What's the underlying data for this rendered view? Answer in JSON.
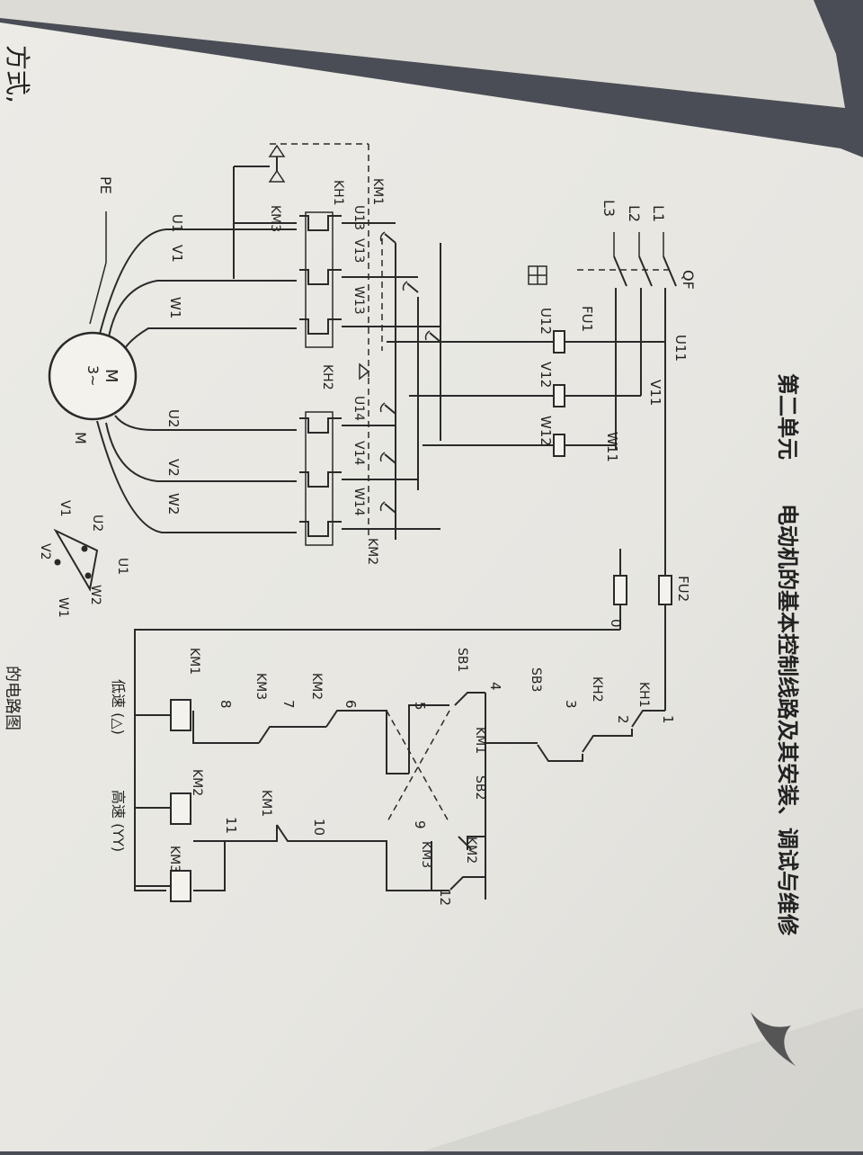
{
  "page": {
    "unit_title": "第二单元",
    "chapter_title": "电动机的基本控制线路及其安装、调试与维修",
    "margin_fragment": "方式,",
    "caption_fragment": "的电路图"
  },
  "power_circuit": {
    "supply": [
      "L1",
      "L2",
      "L3",
      "PE"
    ],
    "breaker": "QF",
    "fuses": "FU1",
    "nodes_after_breaker": [
      "U11",
      "V11",
      "W11"
    ],
    "nodes_after_fuse": [
      "U12",
      "V12",
      "W12"
    ],
    "km1_terminals": [
      "U13",
      "V13",
      "W13"
    ],
    "km2_terminals": [
      "U14",
      "V14",
      "W14"
    ],
    "overloads": [
      "KH1",
      "KH2"
    ],
    "contactors": [
      "KM1",
      "KM2",
      "KM3"
    ],
    "motor_leads": [
      "U1",
      "V1",
      "W1",
      "U2",
      "V2",
      "W2"
    ],
    "motor": {
      "line1": "M",
      "line2": "3~",
      "label": "M"
    }
  },
  "control_circuit": {
    "fuse": "FU2",
    "nodes": [
      "0",
      "1",
      "2",
      "3",
      "4",
      "5",
      "6",
      "7",
      "8",
      "9",
      "10",
      "11",
      "12"
    ],
    "devices": [
      "KH1",
      "KH2",
      "SB3",
      "SB1",
      "SB2",
      "KM1",
      "KM2",
      "KM3"
    ],
    "coils": [
      "KM1",
      "KM2",
      "KM3"
    ],
    "low_speed_label": "低速 (△)",
    "high_speed_label": "高速 (YY)"
  },
  "winding_diagram": {
    "labels": [
      "U1",
      "U2",
      "V1",
      "V2",
      "W1",
      "W2"
    ]
  }
}
